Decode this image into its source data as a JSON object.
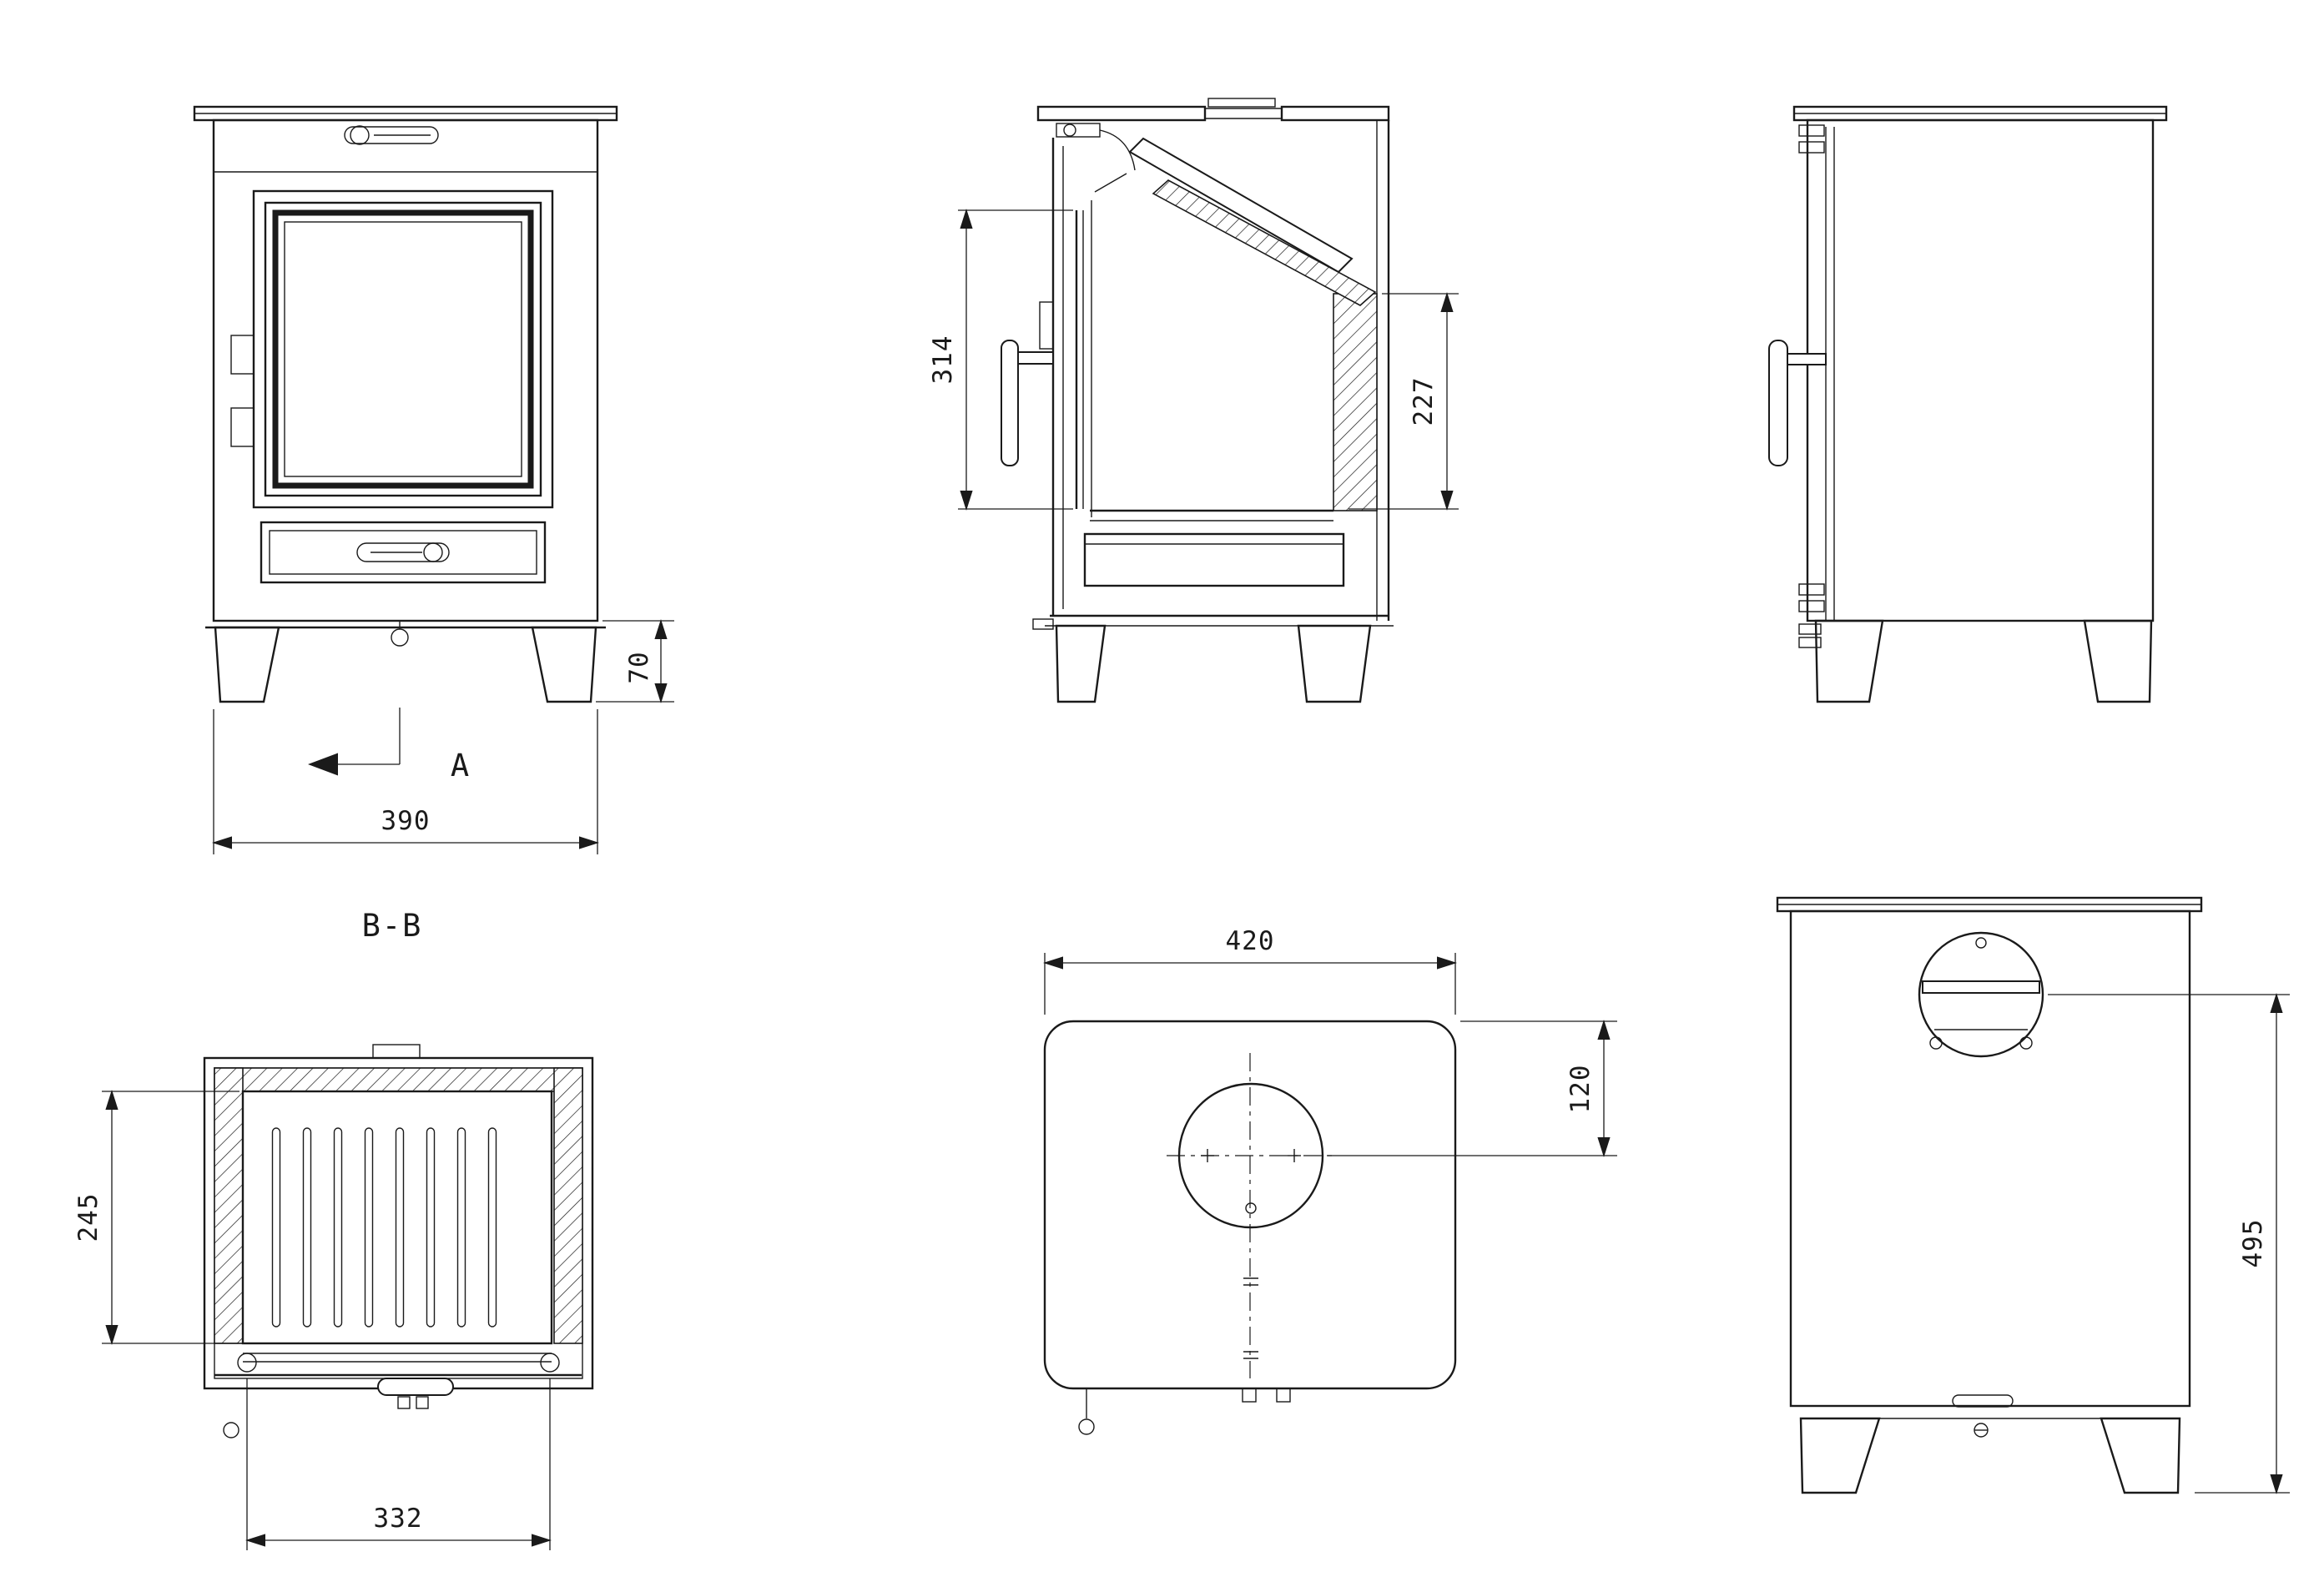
{
  "document": {
    "type": "technical-drawing",
    "subject": "multi-fuel stove orthographic views",
    "background": "#ffffff",
    "line_color": "#1a1a1a"
  },
  "labels": {
    "section_arrow": "A",
    "section_view_title": "B-B"
  },
  "dimensions": {
    "front_width": "390",
    "leg_height": "70",
    "door_glass_height": "314",
    "firebox_rear_height": "227",
    "top_plate_width": "420",
    "flue_center_offset": "120",
    "firebox_depth": "245",
    "firebox_width": "332",
    "back_height_to_flue": "495"
  }
}
